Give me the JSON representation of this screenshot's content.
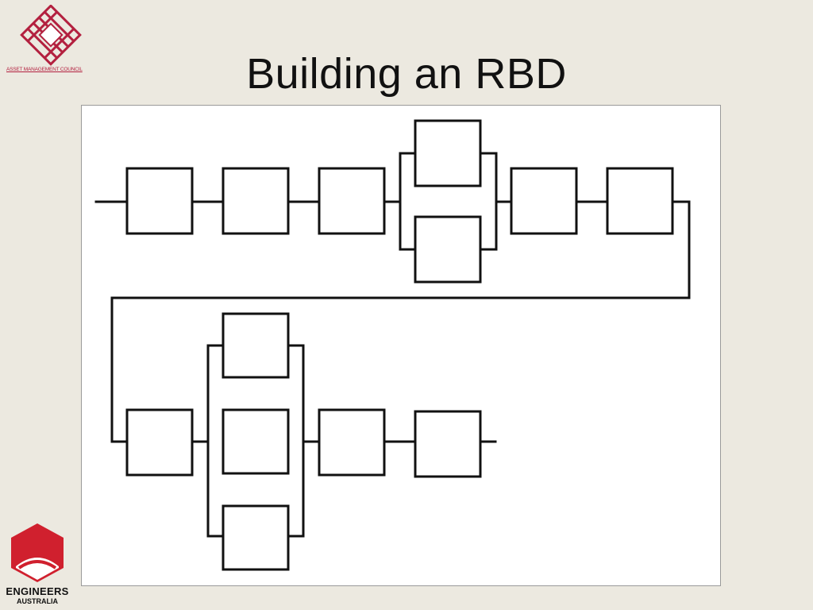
{
  "slide": {
    "title": "Building an RBD"
  },
  "logos": {
    "top_caption": "ASSET MANAGEMENT COUNCIL",
    "bottom_line1": "ENGINEERS",
    "bottom_line2": "AUSTRALIA"
  },
  "colors": {
    "background": "#ece9e0",
    "diagram_line": "#111111",
    "amc_logo": "#b3203f",
    "ea_logo": "#d0202e"
  },
  "diagram": {
    "type": "reliability-block-diagram",
    "rows": [
      {
        "stages": [
          {
            "parallel": 1
          },
          {
            "parallel": 1
          },
          {
            "parallel": 1
          },
          {
            "parallel": 2
          },
          {
            "parallel": 1
          },
          {
            "parallel": 1
          }
        ]
      },
      {
        "stages": [
          {
            "parallel": 1
          },
          {
            "parallel": 3
          },
          {
            "parallel": 1
          },
          {
            "parallel": 1
          }
        ]
      }
    ]
  }
}
